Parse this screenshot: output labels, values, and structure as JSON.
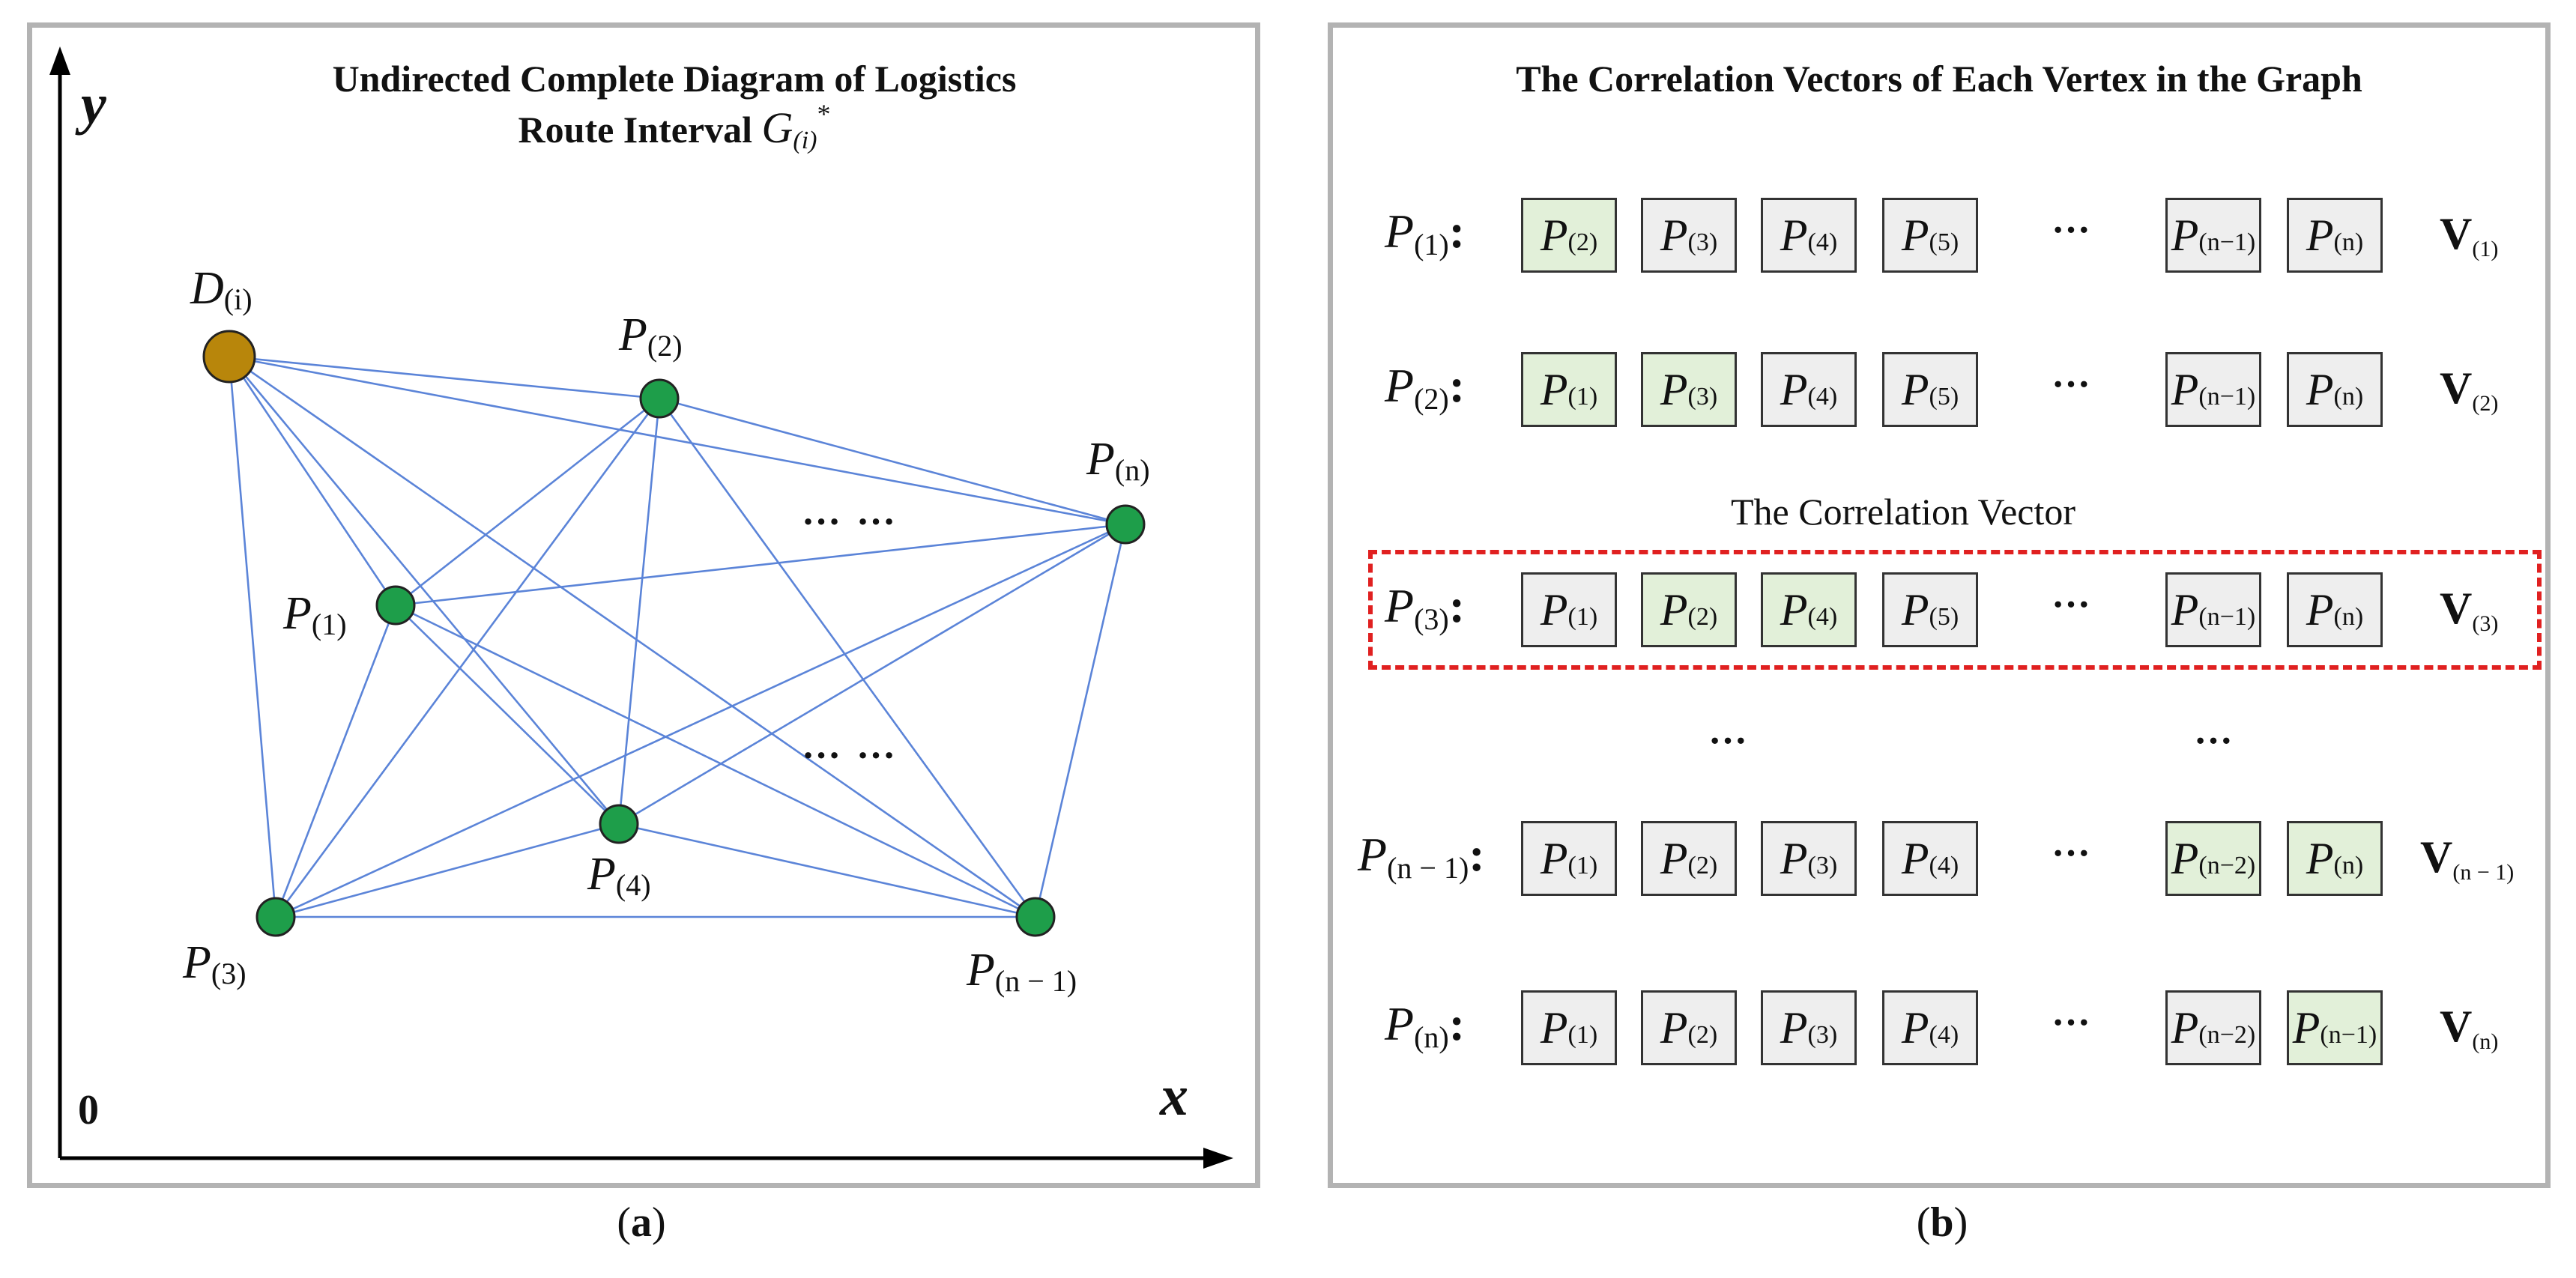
{
  "panel_a": {
    "title_line1": "Undirected Complete Diagram of Logistics",
    "title_line2": "Route Interval",
    "title_symbol": "G",
    "title_symbol_sub": "(i)",
    "title_symbol_sup": "*",
    "axis_y": "y",
    "axis_x": "x",
    "origin": "0",
    "dots_upper": "… …",
    "dots_lower": "… …",
    "node_color_depot": "#b8860b",
    "node_color_point": "#1e9e4a",
    "edge_color": "#5b84d8",
    "nodes": [
      {
        "id": "D",
        "label": "D",
        "sub": "(i)"
      },
      {
        "id": "P1",
        "label": "P",
        "sub": "(1)"
      },
      {
        "id": "P2",
        "label": "P",
        "sub": "(2)"
      },
      {
        "id": "Pn",
        "label": "P",
        "sub": "(n)"
      },
      {
        "id": "P3",
        "label": "P",
        "sub": "(3)"
      },
      {
        "id": "P4",
        "label": "P",
        "sub": "(4)"
      },
      {
        "id": "Pn1",
        "label": "P",
        "sub": "(n − 1)"
      }
    ],
    "caption": "a"
  },
  "panel_b": {
    "title": "The Correlation Vectors of Each Vertex in the Graph",
    "subtitle": "The Correlation Vector",
    "highlight_color": "#e02020",
    "box_fill": "#eeeeee",
    "box_fill_highlight": "#e2f0d9",
    "ellipsis": "···",
    "vertical_ellipsis_left": "···",
    "vertical_ellipsis_right": "···",
    "rows": [
      {
        "label": "P",
        "label_sub": "(1)",
        "vector": "V",
        "vector_sub": "(1)",
        "cells": [
          {
            "s": "(2)",
            "hl": true
          },
          {
            "s": "(3)",
            "hl": false
          },
          {
            "s": "(4)",
            "hl": false
          },
          {
            "s": "(5)",
            "hl": false
          }
        ],
        "tail": [
          {
            "s": "(n−1)",
            "hl": false
          },
          {
            "s": "(n)",
            "hl": false
          }
        ]
      },
      {
        "label": "P",
        "label_sub": "(2)",
        "vector": "V",
        "vector_sub": "(2)",
        "cells": [
          {
            "s": "(1)",
            "hl": true
          },
          {
            "s": "(3)",
            "hl": true
          },
          {
            "s": "(4)",
            "hl": false
          },
          {
            "s": "(5)",
            "hl": false
          }
        ],
        "tail": [
          {
            "s": "(n−1)",
            "hl": false
          },
          {
            "s": "(n)",
            "hl": false
          }
        ]
      },
      {
        "label": "P",
        "label_sub": "(3)",
        "vector": "V",
        "vector_sub": "(3)",
        "cells": [
          {
            "s": "(1)",
            "hl": false
          },
          {
            "s": "(2)",
            "hl": true
          },
          {
            "s": "(4)",
            "hl": true
          },
          {
            "s": "(5)",
            "hl": false
          }
        ],
        "tail": [
          {
            "s": "(n−1)",
            "hl": false
          },
          {
            "s": "(n)",
            "hl": false
          }
        ]
      },
      {
        "label": "P",
        "label_sub": "(n − 1)",
        "vector": "V",
        "vector_sub": "(n − 1)",
        "cells": [
          {
            "s": "(1)",
            "hl": false
          },
          {
            "s": "(2)",
            "hl": false
          },
          {
            "s": "(3)",
            "hl": false
          },
          {
            "s": "(4)",
            "hl": false
          }
        ],
        "tail": [
          {
            "s": "(n−2)",
            "hl": true
          },
          {
            "s": "(n)",
            "hl": true
          }
        ]
      },
      {
        "label": "P",
        "label_sub": "(n)",
        "vector": "V",
        "vector_sub": "(n)",
        "cells": [
          {
            "s": "(1)",
            "hl": false
          },
          {
            "s": "(2)",
            "hl": false
          },
          {
            "s": "(3)",
            "hl": false
          },
          {
            "s": "(4)",
            "hl": false
          }
        ],
        "tail": [
          {
            "s": "(n−2)",
            "hl": false
          },
          {
            "s": "(n−1)",
            "hl": true
          }
        ]
      }
    ],
    "cell_symbol": "P",
    "caption": "b"
  }
}
